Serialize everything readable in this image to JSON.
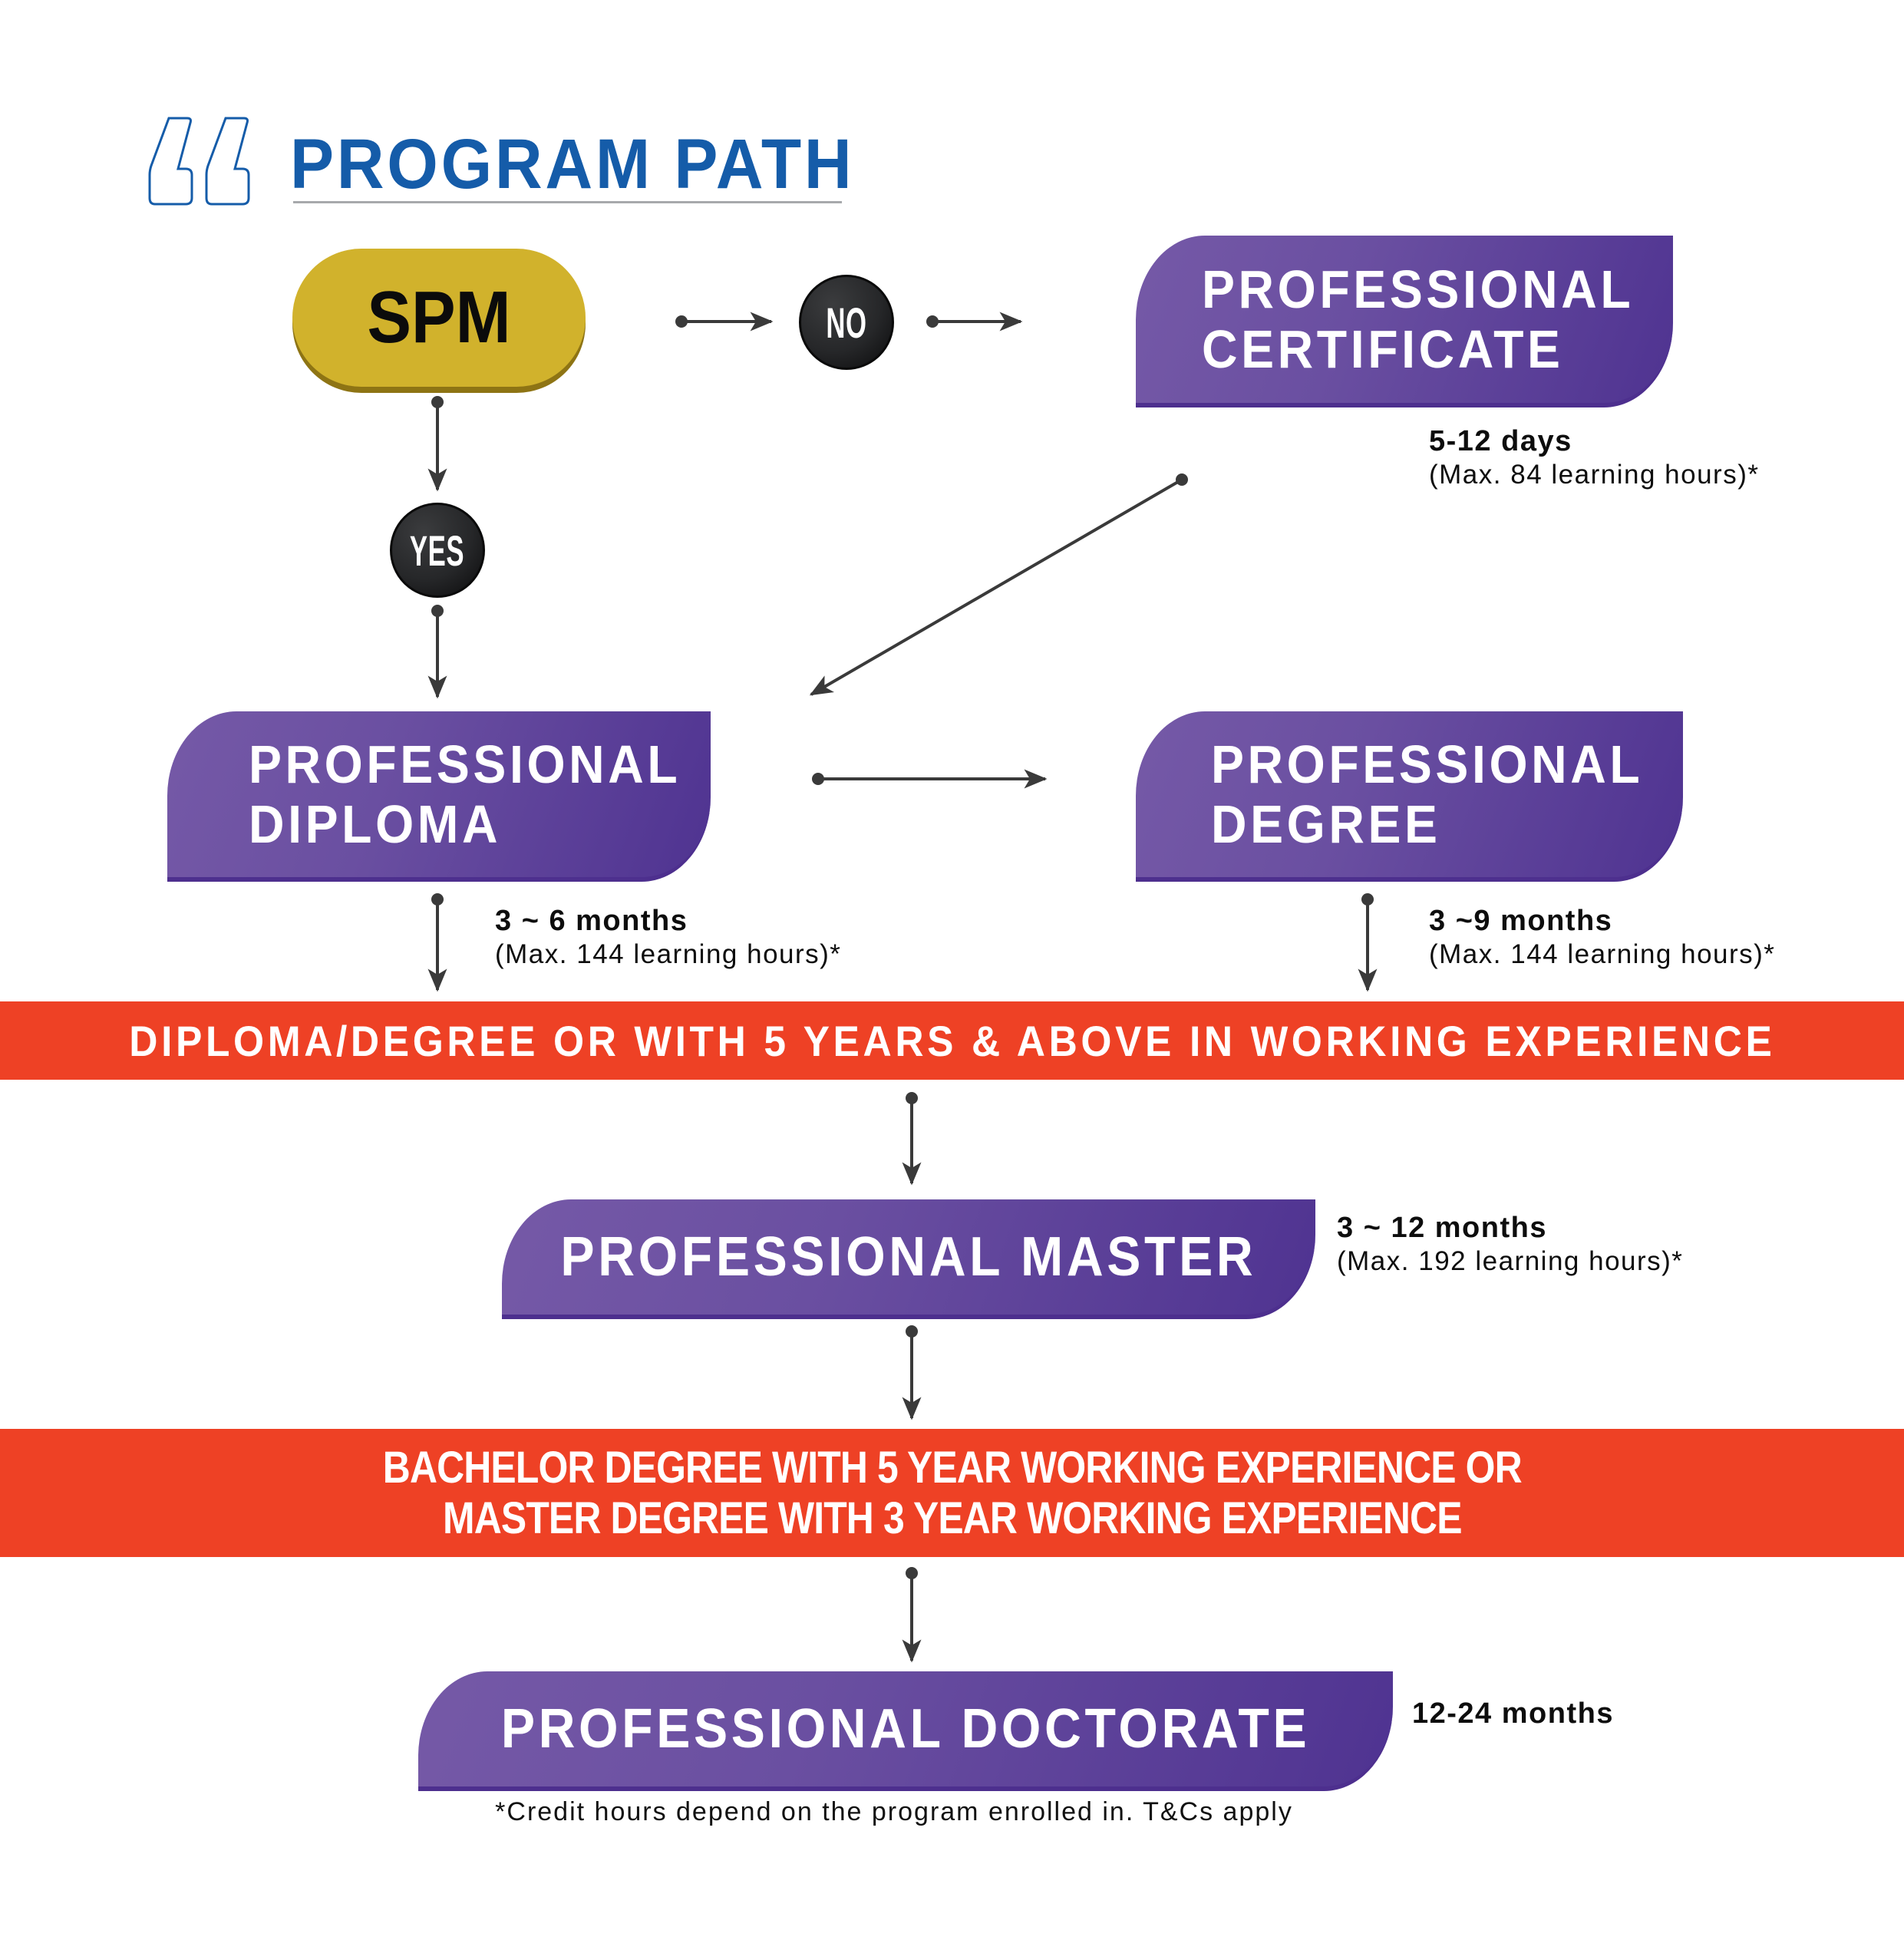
{
  "header": {
    "title": "PROGRAM PATH",
    "icon": "quote-icon"
  },
  "colors": {
    "title_blue": "#155ca9",
    "spm_gold": "#d1b22c",
    "program_purple": "#5f439b",
    "banner_red": "#ee4125",
    "connector_dark": "#3a3a3a"
  },
  "start": {
    "label": "SPM"
  },
  "decisions": {
    "no": "NO",
    "yes": "YES"
  },
  "programs": {
    "certificate": {
      "lines": [
        "PROFESSIONAL",
        "CERTIFICATE"
      ],
      "duration": "5-12 days",
      "hours": "(Max. 84 learning hours)*"
    },
    "diploma": {
      "lines": [
        "PROFESSIONAL",
        "DIPLOMA"
      ],
      "duration": "3 ~ 6 months",
      "hours": "(Max. 144 learning hours)*"
    },
    "degree": {
      "lines": [
        "PROFESSIONAL",
        "DEGREE"
      ],
      "duration": "3 ~9 months",
      "hours": "(Max. 144 learning hours)*"
    },
    "master": {
      "lines": [
        "PROFESSIONAL MASTER"
      ],
      "duration": "3 ~ 12 months",
      "hours": "(Max. 192 learning hours)*"
    },
    "doctorate": {
      "lines": [
        "PROFESSIONAL DOCTORATE"
      ],
      "duration": "12-24 months"
    }
  },
  "requirements": {
    "master_entry": [
      "DIPLOMA/DEGREE OR WITH 5 YEARS & ABOVE IN WORKING EXPERIENCE"
    ],
    "doctorate_entry": [
      "BACHELOR DEGREE WITH 5 YEAR WORKING EXPERIENCE OR",
      "MASTER DEGREE WITH 3 YEAR WORKING EXPERIENCE"
    ]
  },
  "footnote": "*Credit hours depend on the program enrolled in. T&Cs apply",
  "flow": [
    {
      "from": "SPM",
      "to": "NO"
    },
    {
      "from": "NO",
      "to": "PROFESSIONAL CERTIFICATE"
    },
    {
      "from": "SPM",
      "to": "YES"
    },
    {
      "from": "YES",
      "to": "PROFESSIONAL DIPLOMA"
    },
    {
      "from": "PROFESSIONAL CERTIFICATE",
      "to": "PROFESSIONAL DIPLOMA"
    },
    {
      "from": "PROFESSIONAL DIPLOMA",
      "to": "PROFESSIONAL DEGREE"
    },
    {
      "from": "PROFESSIONAL DIPLOMA",
      "to": "DIPLOMA/DEGREE REQUIREMENT"
    },
    {
      "from": "PROFESSIONAL DEGREE",
      "to": "DIPLOMA/DEGREE REQUIREMENT"
    },
    {
      "from": "DIPLOMA/DEGREE REQUIREMENT",
      "to": "PROFESSIONAL MASTER"
    },
    {
      "from": "PROFESSIONAL MASTER",
      "to": "BACHELOR/MASTER REQUIREMENT"
    },
    {
      "from": "BACHELOR/MASTER REQUIREMENT",
      "to": "PROFESSIONAL DOCTORATE"
    }
  ]
}
